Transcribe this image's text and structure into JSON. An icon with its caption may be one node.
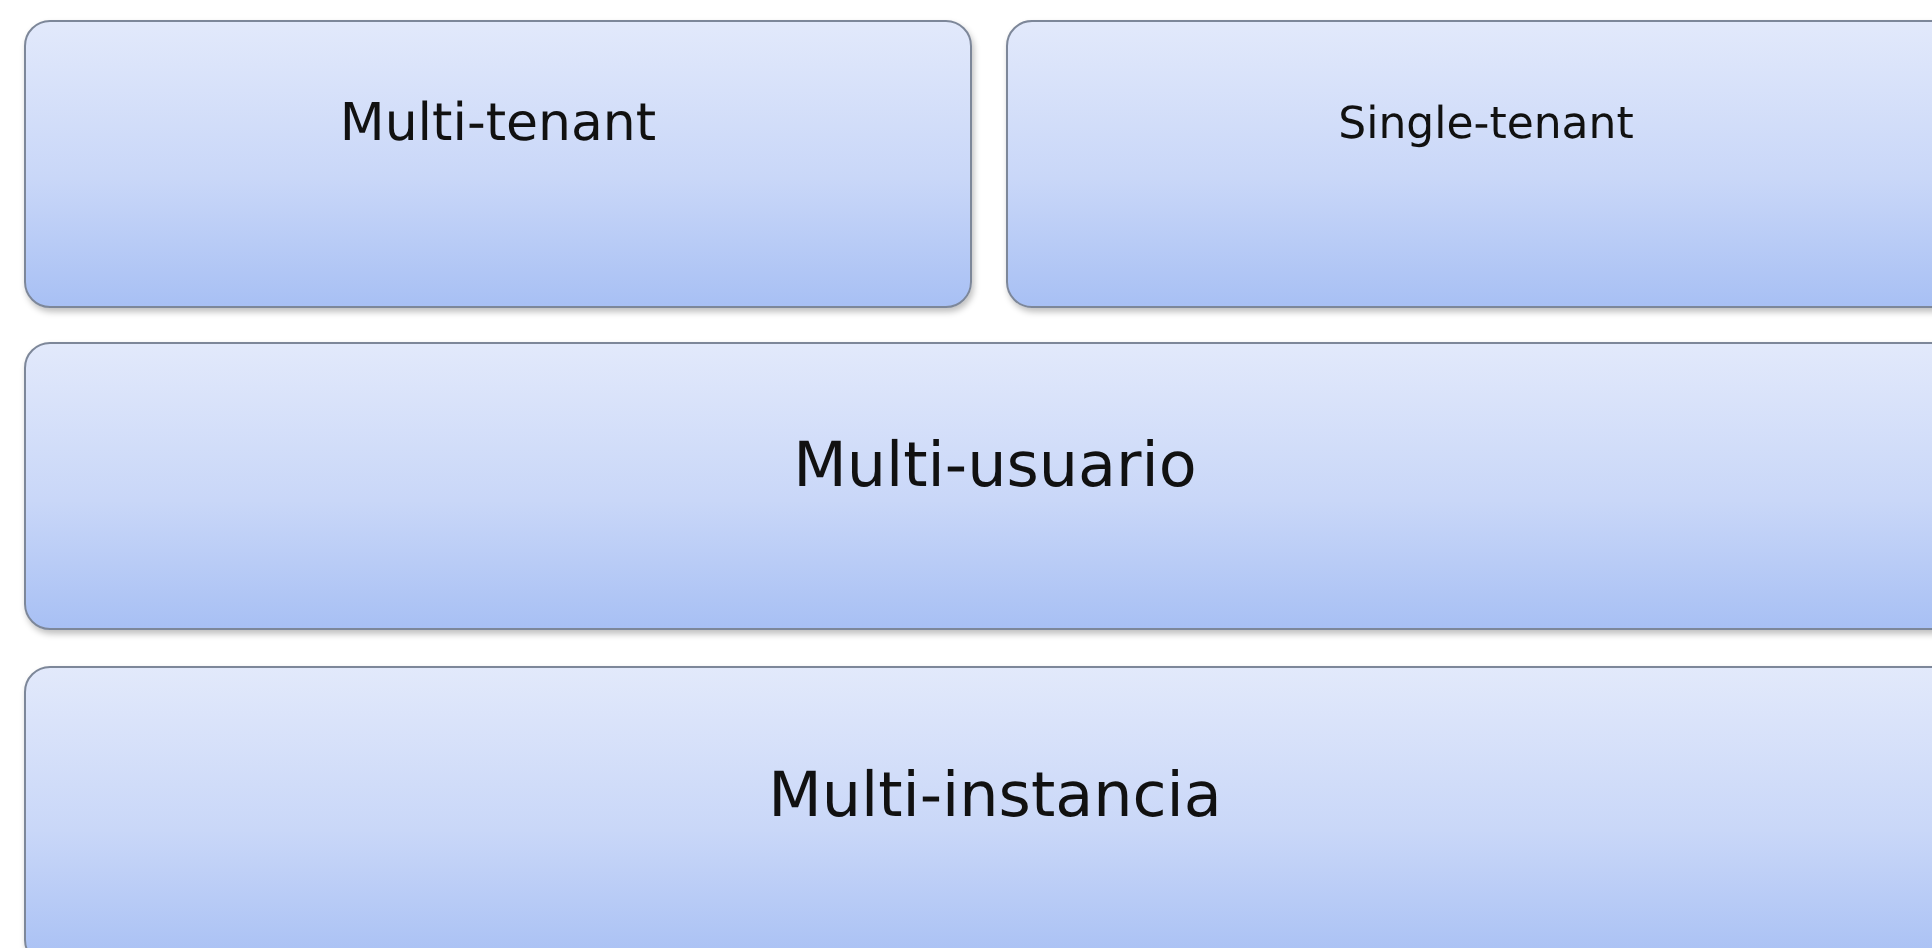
{
  "diagram": {
    "nodes": [
      {
        "text": [
          "Multi-tenant"
        ]
      },
      {
        "text": [
          "Single-tenant"
        ]
      },
      {
        "text": [
          "Multi-usuario"
        ]
      },
      {
        "text": [
          "Multi-instancia"
        ]
      }
    ]
  }
}
